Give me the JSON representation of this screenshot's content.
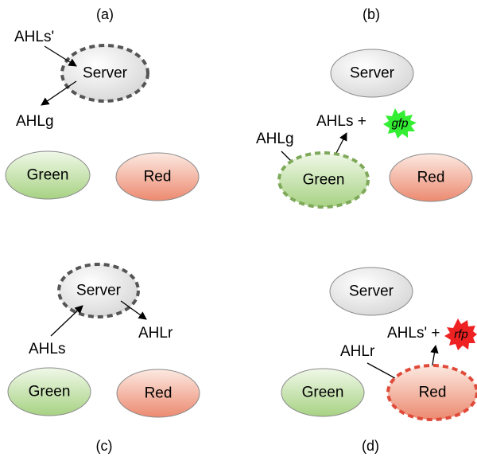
{
  "panels": {
    "a": {
      "caption": "(a)",
      "nodes": {
        "server": "Server",
        "green": "Green",
        "red": "Red"
      },
      "signals": {
        "input": "AHLs'",
        "output": "AHLg"
      }
    },
    "b": {
      "caption": "(b)",
      "nodes": {
        "server": "Server",
        "green": "Green",
        "red": "Red"
      },
      "signals": {
        "input": "AHLg",
        "output": "AHLs +"
      },
      "reporter": "gfp"
    },
    "c": {
      "caption": "(c)",
      "nodes": {
        "server": "Server",
        "green": "Green",
        "red": "Red"
      },
      "signals": {
        "input": "AHLs",
        "output": "AHLr"
      }
    },
    "d": {
      "caption": "(d)",
      "nodes": {
        "server": "Server",
        "green": "Green",
        "red": "Red"
      },
      "signals": {
        "input": "AHLr",
        "output": "AHLs' +"
      },
      "reporter": "rfp"
    }
  },
  "colors": {
    "server_fill_light": "#ffffff",
    "server_fill_dark": "#d6d6d6",
    "green_fill_light": "#eef7e4",
    "green_fill_dark": "#a9d486",
    "red_fill_light": "#fbe6dd",
    "red_fill_dark": "#ee8c72",
    "active_server_border": "#555555",
    "active_green_border": "#7fa95a",
    "active_red_border": "#e04a3a",
    "gfp_badge": "#33ee33",
    "rfp_badge": "#ee2222"
  }
}
